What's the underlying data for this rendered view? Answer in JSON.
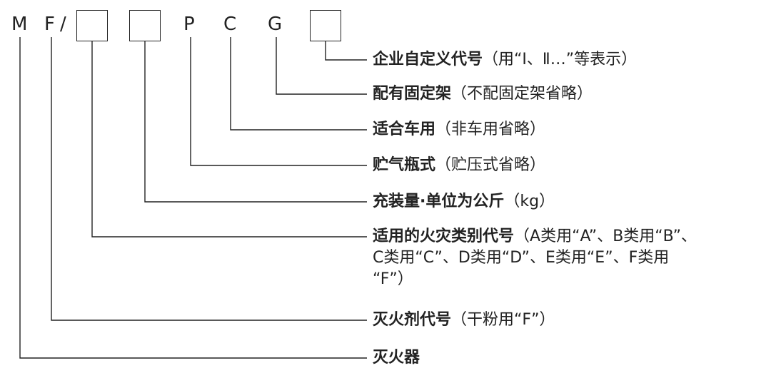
{
  "model_code": {
    "chars": [
      "M",
      "F",
      "/",
      "P",
      "C",
      "G"
    ]
  },
  "labels": {
    "custom": {
      "main": "企业自定义代号",
      "note": "（用“Ⅰ、Ⅱ…”等表示）"
    },
    "stand": {
      "main": "配有固定架",
      "note": "（不配固定架省略）"
    },
    "vehicle": {
      "main": "适合车用",
      "note": "（非车用省略）"
    },
    "cylinder": {
      "main": "贮气瓶式",
      "note": "（贮压式省略）"
    },
    "capacity": {
      "main": "充装量·单位为公斤",
      "note": "（kg）"
    },
    "fire_class": {
      "main": "适用的火灾类别代号",
      "line1_note": "（A类用“A”、B类用“B”、",
      "line2": "C类用“C”、D类用“D”、E类用“E”、F类用",
      "line3": "“F”）"
    },
    "agent": {
      "main": "灭火剂代号",
      "note": "（干粉用“F”）"
    },
    "extinguisher": {
      "main": "灭火器"
    }
  }
}
